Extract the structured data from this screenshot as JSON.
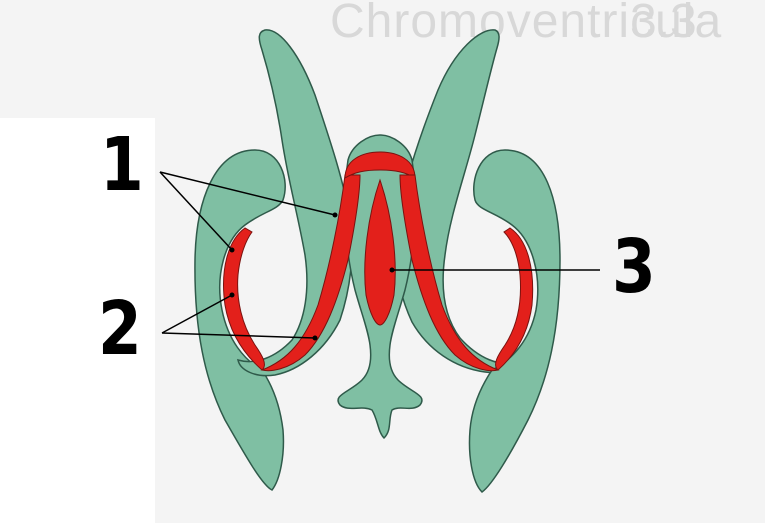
{
  "header": {
    "ghost_title": "Chromoventricula",
    "ghost_section": "3.3"
  },
  "labels": {
    "one": "1",
    "two": "2",
    "three": "3"
  },
  "colors": {
    "tissue": "#7fbfa3",
    "tissue_edge": "#2f5a4a",
    "highlight": "#e3201b",
    "leader": "#000000"
  }
}
